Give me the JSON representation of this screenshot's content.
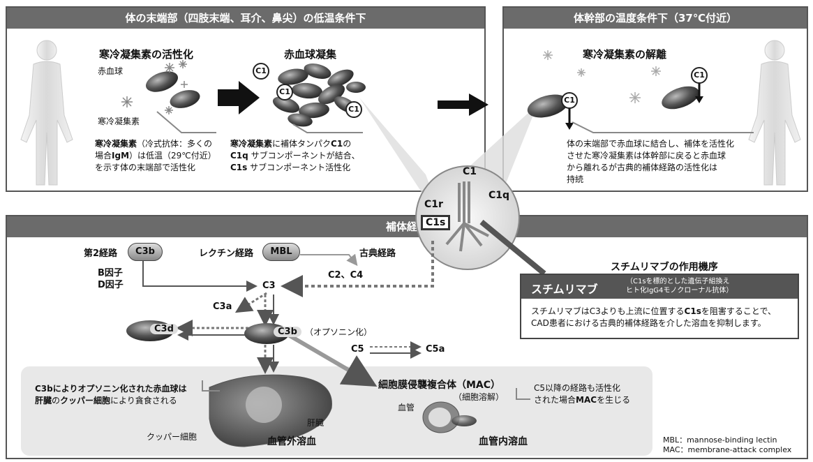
{
  "top_left_panel": {
    "title": "体の末端部（四肢末端、耳介、鼻尖）の低温条件下",
    "activation_heading": "寒冷凝集素の活性化",
    "rbc_label": "赤血球",
    "agglutinin_label": "寒冷凝集素",
    "activation_desc_bold": "寒冷凝集素",
    "activation_desc_1": "（冷式抗体：多くの",
    "activation_desc_2a": "場合",
    "activation_desc_2b": "IgM",
    "activation_desc_2c": "）は低温（29℃付近）",
    "activation_desc_3": "を示す体の末端部で活性化",
    "agglutination_heading": "赤血球凝集",
    "agg_desc_1a": "寒冷凝集素",
    "agg_desc_1b": "に補体タンパク",
    "agg_desc_1c": "C1",
    "agg_desc_1d": "の",
    "agg_desc_2a": "C1q",
    "agg_desc_2b": " サブコンポーネントが結合、",
    "agg_desc_3a": "C1s",
    "agg_desc_3b": " サブコンポーネント活性化",
    "c1": "C1"
  },
  "top_right_panel": {
    "title": "体幹部の温度条件下（37℃付近）",
    "dissociation_heading": "寒冷凝集素の解離",
    "desc_1": "体の末端部で赤血球に結合し、補体を活性化",
    "desc_2": "させた寒冷凝集素は体幹部に戻ると赤血球",
    "desc_3": "から離れるが古典的補体経路の活性化は",
    "desc_4": "持続",
    "c1": "C1"
  },
  "zoom": {
    "c1": "C1",
    "c1q": "C1q",
    "c1r": "C1r",
    "c1s": "C1s"
  },
  "pathway_panel": {
    "title": "補体経路",
    "alt_pathway": "第2経路",
    "c3b": "C3b",
    "factor_b": "B因子",
    "factor_d": "D因子",
    "lectin_pathway": "レクチン経路",
    "mbl": "MBL",
    "classical_pathway": "古典経路",
    "c2c4": "C2、C4",
    "c3": "C3",
    "c3a": "C3a",
    "c3d": "C3d",
    "opsonization": "（オプソニン化）",
    "c5": "C5",
    "c5a": "C5a",
    "mac_title": "細胞膜侵襲複合体（MAC）",
    "cell_lysis": "（細胞溶解）",
    "blood_vessel": "血管",
    "mac_note_1": "C5以降の経路も活性化",
    "mac_note_2a": "された場合",
    "mac_note_2b": "MAC",
    "mac_note_2c": "を生じる",
    "liver_note_1": "C3bによりオプソニン化された赤血球は",
    "liver_note_2a": "肝臓",
    "liver_note_2b": "の",
    "liver_note_2c": "クッパー細胞",
    "liver_note_2d": "により貪食される",
    "kupffer": "クッパー細胞",
    "liver": "肝臓",
    "extravascular": "血管外溶血",
    "intravascular": "血管内溶血"
  },
  "mechanism": {
    "heading": "スチムリマブの作用機序",
    "drug": "スチムリマブ",
    "drug_desc_1": "（C1sを標的とした遺伝子組換え",
    "drug_desc_2": "ヒト化IgG4モノクローナル抗体）",
    "body_1a": "スチムリマブはC3よりも上流に位置する",
    "body_1b": "C1s",
    "body_1c": "を阻害することで、",
    "body_2": "CAD患者における古典的補体経路を介した溶血を抑制します。"
  },
  "footnotes": {
    "mbl": "MBL：mannose-binding lectin",
    "mac": "MAC：membrane-attack  complex"
  }
}
